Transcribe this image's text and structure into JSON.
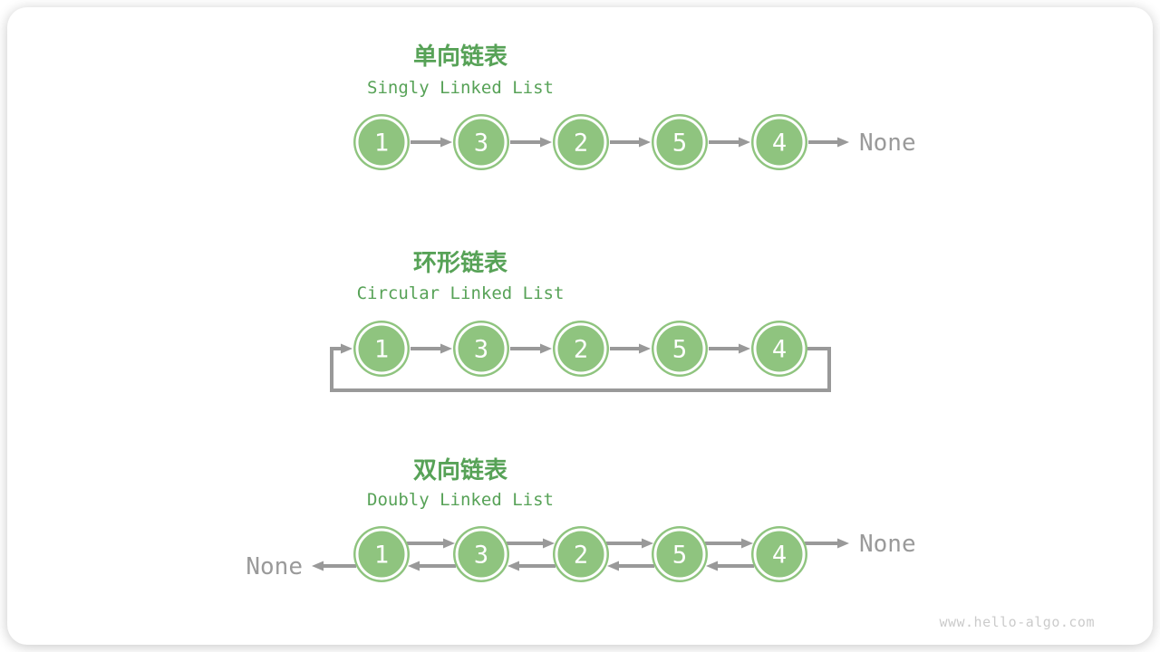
{
  "footer": {
    "watermark": "www.hello-algo.com"
  },
  "colors": {
    "node_fill": "#8FC47F",
    "node_ring": "#FFFFFF",
    "node_text": "#FFFFFF",
    "title_text": "#57A257",
    "arrow": "#999999",
    "none_text": "#9A9A9A",
    "watermark_text": "#CBCBCB",
    "card": "#FFFFFF"
  },
  "diagram": {
    "node_values": [
      "1",
      "3",
      "2",
      "5",
      "4"
    ],
    "none_label": "None",
    "sections": [
      {
        "type": "singly",
        "title": "单向链表",
        "subtitle": "Singly Linked List"
      },
      {
        "type": "circular",
        "title": "环形链表",
        "subtitle": "Circular Linked List"
      },
      {
        "type": "doubly",
        "title": "双向链表",
        "subtitle": "Doubly Linked List"
      }
    ]
  }
}
